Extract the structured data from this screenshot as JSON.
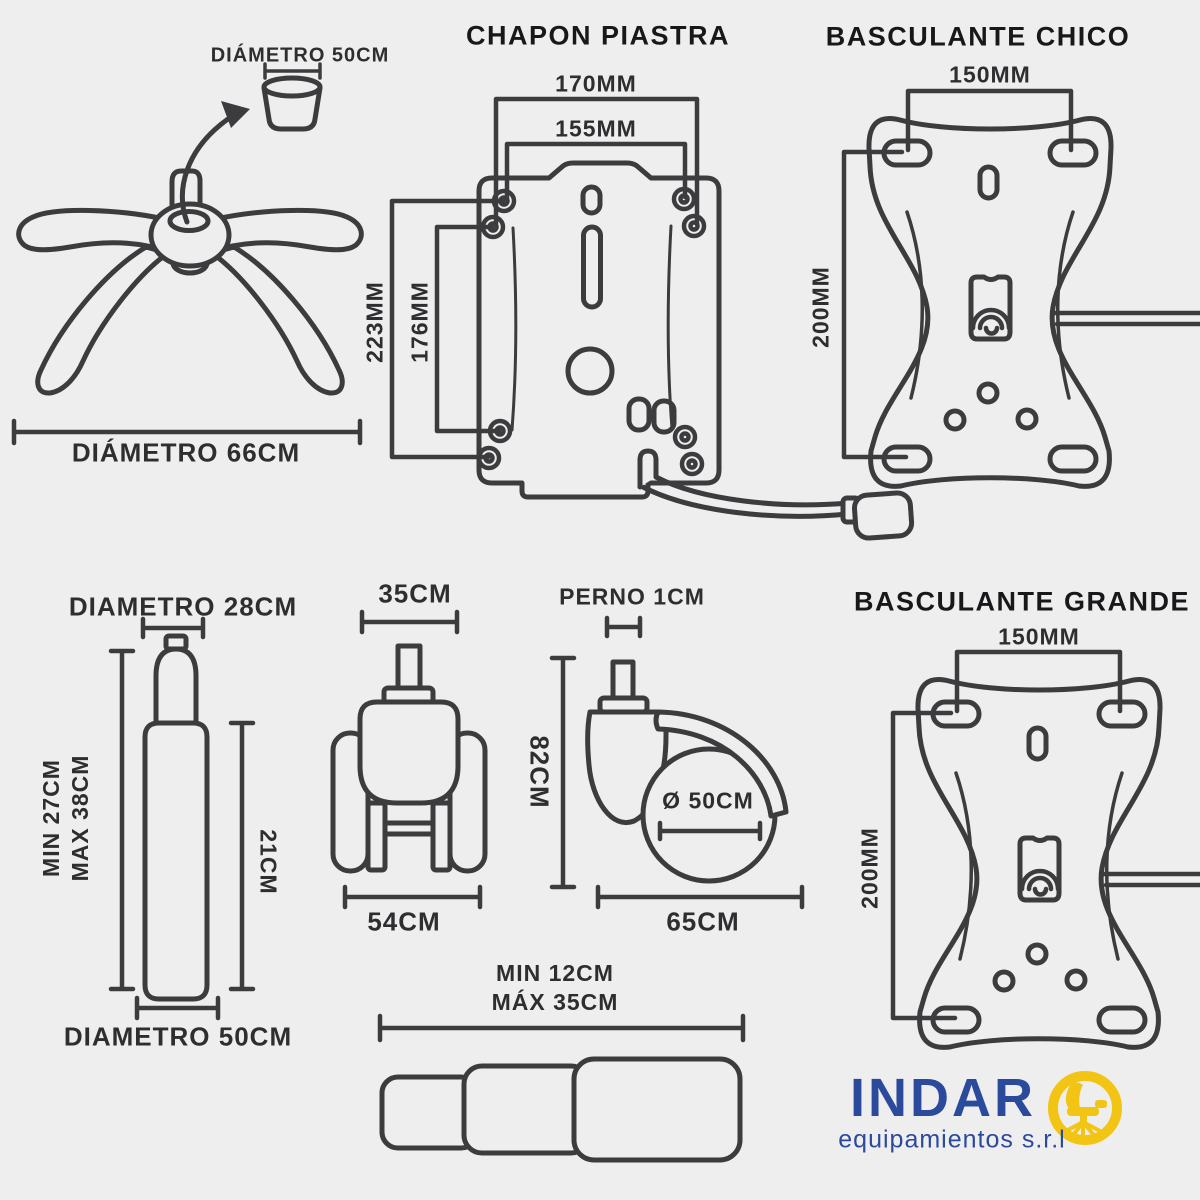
{
  "colors": {
    "background": "#eeeeef",
    "line": "#3c3c3e",
    "title_text": "#18181a",
    "label_text": "#2e2e30",
    "brand_blue": "#2b4a9b",
    "brand_yellow": "#f2c414"
  },
  "base": {
    "cup_diameter_label": "DIÁMETRO 50CM",
    "base_diameter_label": "DIÁMETRO 66CM"
  },
  "chapon_piastra": {
    "title": "CHAPON PIASTRA",
    "width_outer": "170MM",
    "width_inner": "155MM",
    "height_outer": "223MM",
    "height_inner": "176MM"
  },
  "basculante_chico": {
    "title": "BASCULANTE CHICO",
    "width": "150MM",
    "height": "200MM"
  },
  "basculante_grande": {
    "title": "BASCULANTE GRANDE",
    "width": "150MM",
    "height": "200MM"
  },
  "gas_lift": {
    "top_diameter": "DIAMETRO 28CM",
    "height_min": "MIN 27CM",
    "height_max": "MAX 38CM",
    "body_height": "21CM",
    "bottom_diameter": "DIAMETRO 50CM"
  },
  "casters": {
    "front": {
      "stem_width": "35CM",
      "body_width": "54CM"
    },
    "height": "82CM",
    "side": {
      "pin": "PERNO 1CM",
      "wheel_diameter": "Ø 50CM",
      "length": "65CM"
    }
  },
  "telescopic_tube": {
    "min": "MIN 12CM",
    "max": "MÁX 35CM"
  },
  "brand": {
    "name": "INDAR",
    "subtitle": "equipamientos s.r.l"
  }
}
